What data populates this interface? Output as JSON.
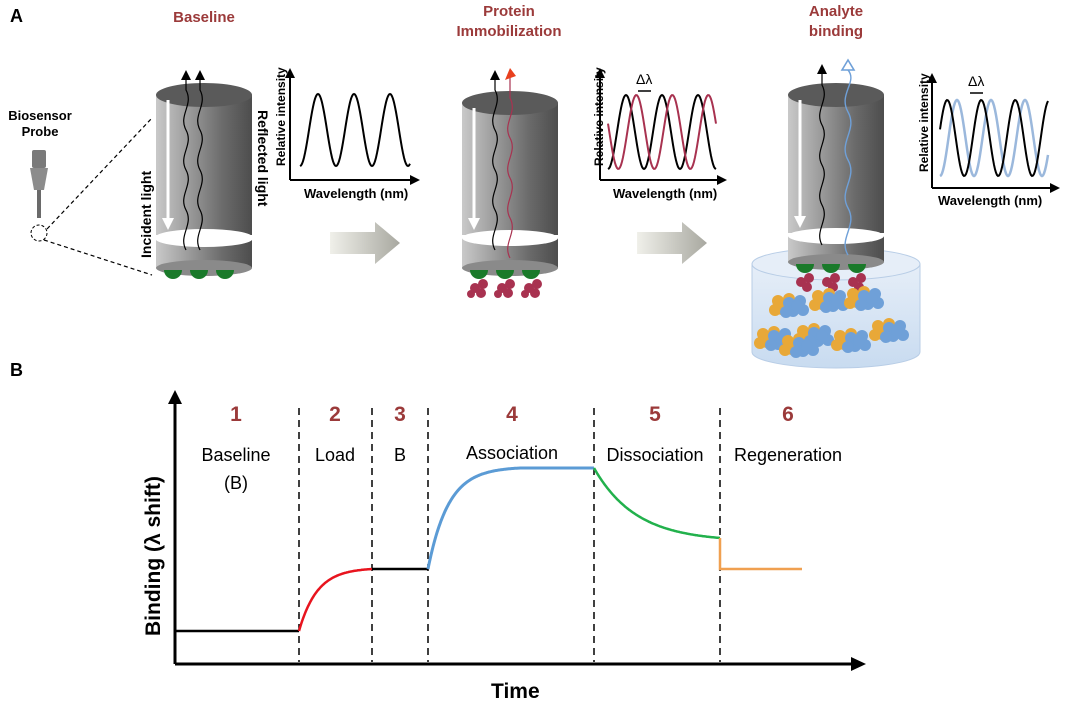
{
  "panels": {
    "a_label": "A",
    "b_label": "B"
  },
  "panel_a": {
    "probe_label_line1": "Biosensor",
    "probe_label_line2": "Probe",
    "incident_light": "Incident light",
    "reflected_light": "Reflected light",
    "stages": [
      {
        "title_lines": [
          "Baseline"
        ]
      },
      {
        "title_lines": [
          "Protein",
          "Immobilization"
        ]
      },
      {
        "title_lines": [
          "Analyte",
          "binding"
        ]
      }
    ],
    "plots": [
      {
        "ylabel": "Relative intensity",
        "xlabel": "Wavelength (nm)",
        "shift_label": ""
      },
      {
        "ylabel": "Relative intensity",
        "xlabel": "Wavelength (nm)",
        "shift_label": "Δλ"
      },
      {
        "ylabel": "Relative intensity",
        "xlabel": "Wavelength (nm)",
        "shift_label": "Δλ"
      }
    ],
    "colors": {
      "stage_title": "#9b3a3a",
      "probe_gray": "#8c8c8c",
      "ligand_green": "#1a7a2a",
      "protein_red": "#a83250",
      "analyte_blue": "#6fa0d8",
      "analyte_orange": "#e8a838",
      "well_blue": "#dbe8f6",
      "arrow_gray": "#c8c8c0"
    }
  },
  "panel_b": {
    "ylabel": "Binding (λ shift)",
    "xlabel": "Time",
    "phases": [
      {
        "number": "1",
        "name_lines": [
          "Baseline",
          "(B)"
        ]
      },
      {
        "number": "2",
        "name_lines": [
          "Load"
        ]
      },
      {
        "number": "3",
        "name_lines": [
          "B"
        ]
      },
      {
        "number": "4",
        "name_lines": [
          "Association"
        ]
      },
      {
        "number": "5",
        "name_lines": [
          "Dissociation"
        ]
      },
      {
        "number": "6",
        "name_lines": [
          "Regeneration"
        ]
      }
    ],
    "segment_colors": {
      "baseline": "#000000",
      "load": "#e8141e",
      "baseline2": "#000000",
      "association": "#5b9bd5",
      "dissociation": "#22b14c",
      "regeneration": "#f0a050"
    }
  }
}
